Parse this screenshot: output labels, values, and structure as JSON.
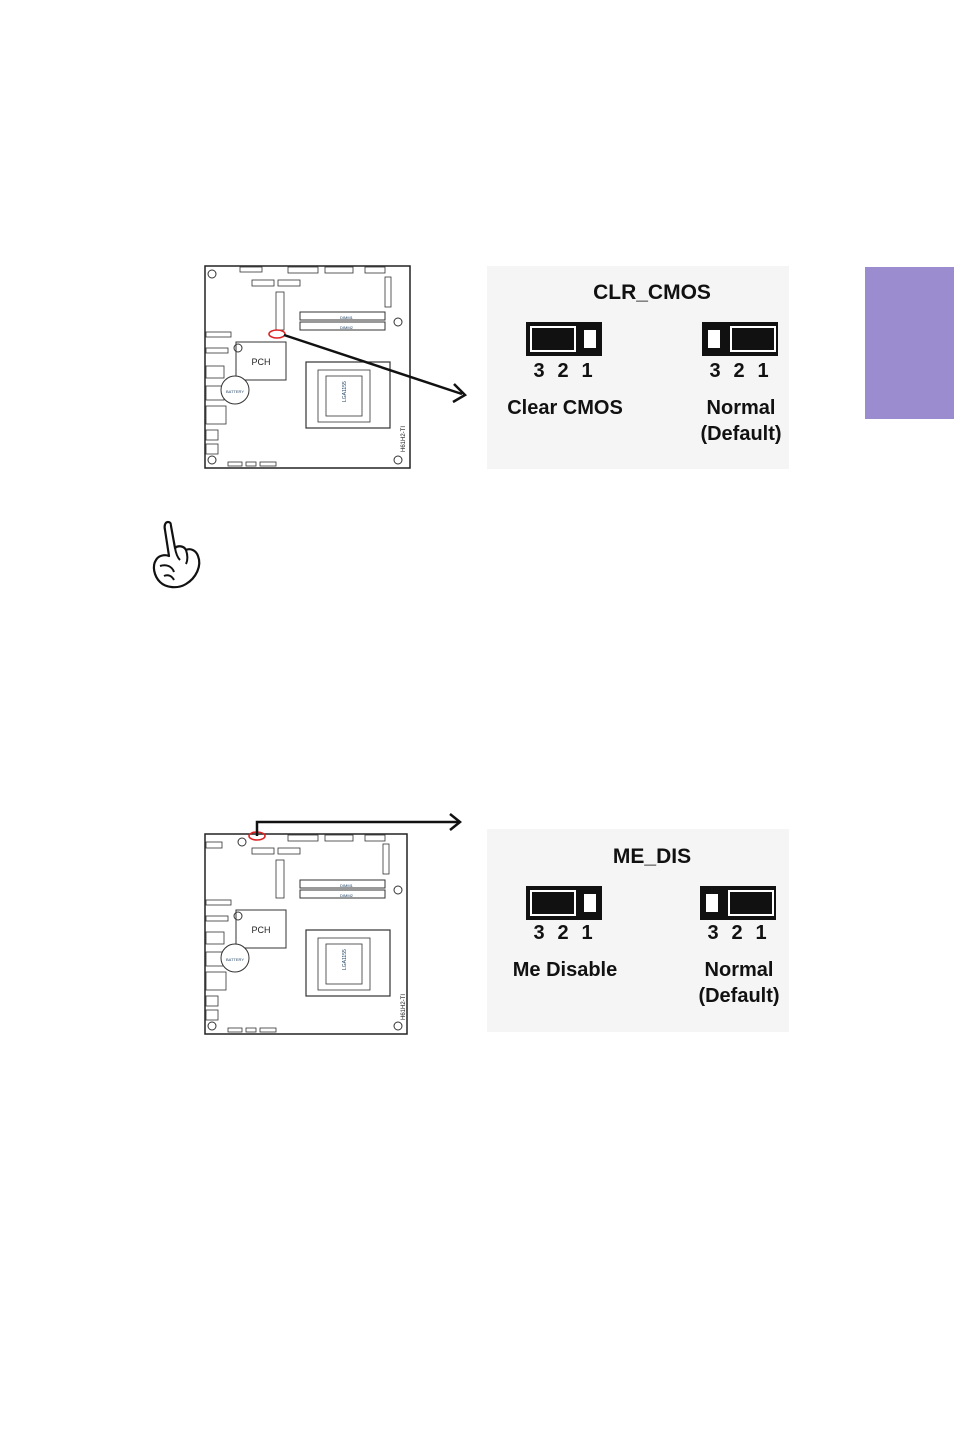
{
  "side_tab": {
    "color": "#9b8ccf"
  },
  "section1": {
    "jumper_name": "CLR_CMOS",
    "pin_labels": [
      "3",
      "2",
      "1"
    ],
    "option_a": {
      "label": "Clear CMOS"
    },
    "option_b": {
      "label_line1": "Normal",
      "label_line2": "(Default)"
    },
    "board": {
      "pch": "PCH",
      "socket": "LGA1155",
      "battery": "BATTERY",
      "model": "H61H2-TI",
      "dimm1": "DIMM1",
      "dimm2": "DIMM2"
    }
  },
  "note_icon": {
    "name": "pointing-hand-icon"
  },
  "section2": {
    "jumper_name": "ME_DIS",
    "pin_labels": [
      "3",
      "2",
      "1"
    ],
    "option_a": {
      "label": "Me Disable"
    },
    "option_b": {
      "label_line1": "Normal",
      "label_line2": "(Default)"
    },
    "board": {
      "pch": "PCH",
      "socket": "LGA1155",
      "battery": "BATTERY",
      "model": "H61H2-TI",
      "dimm1": "DIMM1",
      "dimm2": "DIMM2"
    }
  }
}
